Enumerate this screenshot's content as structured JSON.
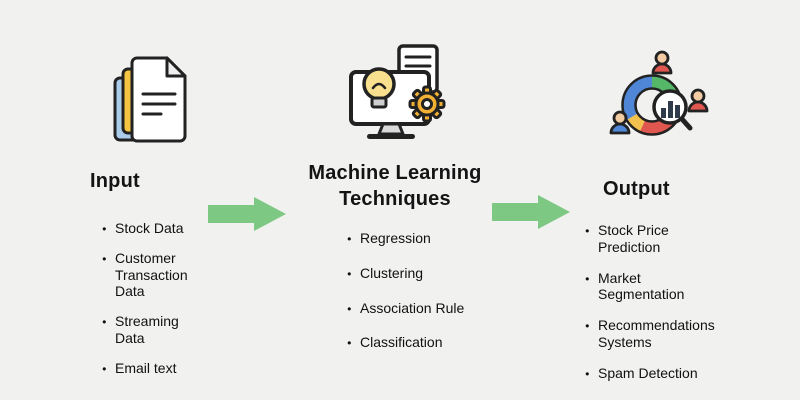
{
  "canvas": {
    "background": "#f1f1f0"
  },
  "colors": {
    "arrow_green": "#7dc983",
    "doc_yellow": "#f5c542",
    "doc_blue": "#a9cdea",
    "bulb_yellow": "#f8e08e",
    "gear_orange": "#f2b134",
    "chart_green": "#54b868",
    "chart_blue": "#4f86d6",
    "chart_red": "#e0574f",
    "chart_yellow": "#f2c14e",
    "text": "#141414"
  },
  "columns": [
    {
      "id": "input",
      "icon": "documents-icon",
      "title": "Input",
      "items": [
        "Stock Data",
        "Customer Transaction Data",
        "Streaming Data",
        "Email text"
      ]
    },
    {
      "id": "techniques",
      "icon": "ml-monitor-icon",
      "title": "Machine Learning Techniques",
      "items": [
        "Regression",
        "Clustering",
        "Association Rule",
        "Classification"
      ]
    },
    {
      "id": "output",
      "icon": "analytics-audience-icon",
      "title": "Output",
      "items": [
        "Stock Price Prediction",
        "Market Segmentation",
        "Recommendations Systems",
        "Spam Detection"
      ]
    }
  ],
  "arrows": [
    "arrow-right-icon",
    "arrow-right-icon"
  ]
}
